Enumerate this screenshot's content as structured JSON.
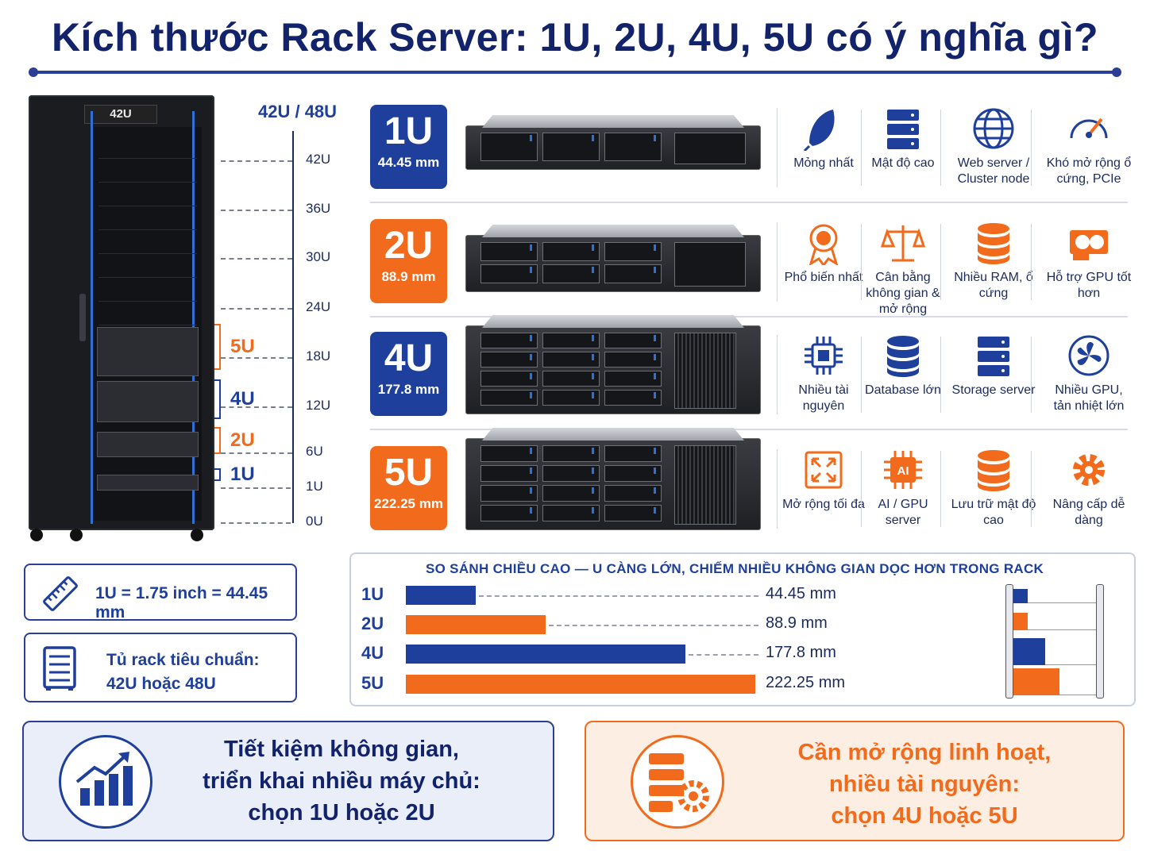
{
  "title": "Kích thước Rack Server: 1U, 2U, 4U, 5U có ý nghĩa gì?",
  "rack": {
    "top_label": "42U",
    "scale_header": "42U  /  48U",
    "ticks": [
      "42U",
      "36U",
      "30U",
      "24U",
      "18U",
      "12U",
      "6U",
      "1U",
      "0U"
    ],
    "braces": [
      {
        "label": "5U",
        "color": "#f26a1b"
      },
      {
        "label": "4U",
        "color": "#1e3f9c"
      },
      {
        "label": "2U",
        "color": "#f26a1b"
      },
      {
        "label": "1U",
        "color": "#1e3f9c"
      }
    ]
  },
  "servers": [
    {
      "unit": "1U",
      "mm": "44.45 mm",
      "color": "blue",
      "features": [
        {
          "icon": "feather-icon",
          "text": "Mỏng nhất"
        },
        {
          "icon": "server-stack-icon",
          "text": "Mật độ cao"
        },
        {
          "icon": "globe-icon",
          "text": "Web server / Cluster node"
        },
        {
          "icon": "gauge-icon",
          "text": "Khó mở rộng ổ cứng, PCIe"
        }
      ]
    },
    {
      "unit": "2U",
      "mm": "88.9 mm",
      "color": "orange",
      "features": [
        {
          "icon": "award-icon",
          "text": "Phổ biến nhất"
        },
        {
          "icon": "scale-icon",
          "text": "Cân bằng không gian & mở rộng"
        },
        {
          "icon": "database-icon",
          "text": "Nhiều RAM, ổ cứng"
        },
        {
          "icon": "gpu-card-icon",
          "text": "Hỗ trợ GPU tốt hơn"
        }
      ]
    },
    {
      "unit": "4U",
      "mm": "177.8 mm",
      "color": "blue",
      "features": [
        {
          "icon": "cpu-chip-icon",
          "text": "Nhiều tài nguyên"
        },
        {
          "icon": "database-icon",
          "text": "Database lớn"
        },
        {
          "icon": "server-stack-icon",
          "text": "Storage server"
        },
        {
          "icon": "fan-icon",
          "text": "Nhiều GPU, tản nhiệt lớn"
        }
      ]
    },
    {
      "unit": "5U",
      "mm": "222.25 mm",
      "color": "orange",
      "features": [
        {
          "icon": "expand-icon",
          "text": "Mở rộng tối đa"
        },
        {
          "icon": "ai-chip-icon",
          "text": "AI / GPU server"
        },
        {
          "icon": "database-icon",
          "text": "Lưu trữ mật độ cao"
        },
        {
          "icon": "gear-icon",
          "text": "Nâng cấp dễ dàng"
        }
      ]
    }
  ],
  "info": {
    "unit_def": "1U = 1.75 inch = 44.45 mm",
    "rack_std_line1": "Tủ rack tiêu chuẩn:",
    "rack_std_line2": "42U hoặc 48U"
  },
  "chart_data": {
    "type": "bar",
    "title": "SO SÁNH CHIỀU CAO — U CÀNG LỚN, CHIẾM NHIỀU KHÔNG GIAN DỌC HƠN TRONG RACK",
    "categories": [
      "1U",
      "2U",
      "4U",
      "5U"
    ],
    "values": [
      44.45,
      88.9,
      177.8,
      222.25
    ],
    "value_labels": [
      "44.45 mm",
      "88.9 mm",
      "177.8 mm",
      "222.25 mm"
    ],
    "colors": [
      "#1e3f9c",
      "#f26a1b",
      "#1e3f9c",
      "#f26a1b"
    ],
    "orientation": "horizontal"
  },
  "bottom": {
    "left": {
      "line1": "Tiết kiệm không gian,",
      "line2": "triển khai nhiều máy chủ:",
      "line3": "chọn 1U hoặc 2U"
    },
    "right": {
      "line1": "Cần mở rộng linh hoạt,",
      "line2": "nhiều tài nguyên:",
      "line3": "chọn 4U hoặc 5U"
    }
  },
  "colors": {
    "navy": "#13236b",
    "blue": "#1e3f9c",
    "orange": "#f26a1b"
  }
}
